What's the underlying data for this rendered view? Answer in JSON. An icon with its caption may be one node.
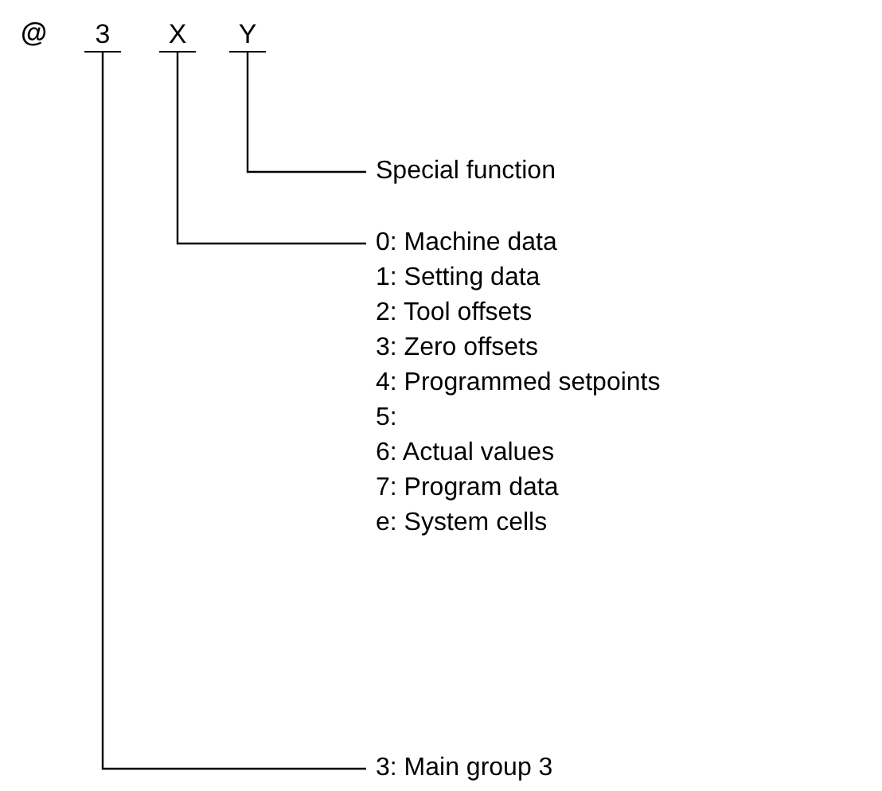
{
  "diagram": {
    "nodes": [
      {
        "text": [
          "3"
        ]
      },
      {
        "text": [
          "X"
        ]
      },
      {
        "text": [
          "Y"
        ]
      },
      {
        "text": [
          "Special function"
        ]
      },
      {
        "text": [
          "0: Machine data",
          "1: Setting data",
          "2: Tool offsets",
          "3: Zero offsets",
          "4: Programmed setpoints",
          "5:",
          "6: Actual values",
          "7: Program data",
          "e: System cells"
        ]
      },
      {
        "text": [
          "3: Main group 3"
        ]
      }
    ],
    "edges": [
      {
        "from": 2,
        "to": 3,
        "arrow": "none"
      },
      {
        "from": 1,
        "to": 4,
        "arrow": "none"
      },
      {
        "from": 0,
        "to": 5,
        "arrow": "none"
      }
    ],
    "labels": [
      "@"
    ]
  }
}
